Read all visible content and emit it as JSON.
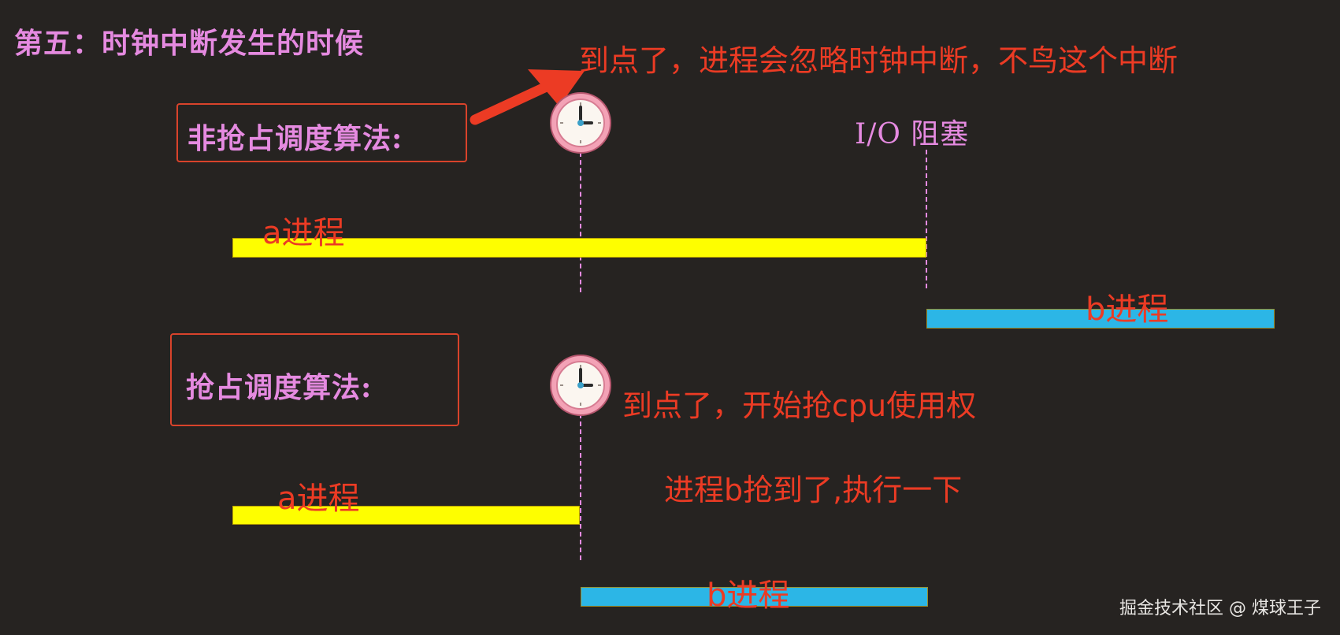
{
  "heading": "第五：时钟中断发生的时候",
  "non_preemptive": {
    "label": "非抢占调度算法:",
    "callout": "到点了，进程会忽略时钟中断，不鸟这个中断",
    "io_block_label": "I/O 阻塞",
    "process_a_label": "a进程",
    "process_b_label": "b进程"
  },
  "preemptive": {
    "label": "抢占调度算法:",
    "callout_1": "到点了，开始抢cpu使用权",
    "callout_2": "进程b抢到了,执行一下",
    "process_a_label": "a进程",
    "process_b_label": "b进程"
  },
  "watermark": "掘金技术社区 @ 煤球王子",
  "colors": {
    "heading": "#e58ae0",
    "callout": "#ec3b24",
    "process_a_bar": "#fefe00",
    "process_b_bar": "#2cb6e6",
    "background": "#262321"
  },
  "icons": [
    "clock-icon",
    "arrow-icon"
  ]
}
